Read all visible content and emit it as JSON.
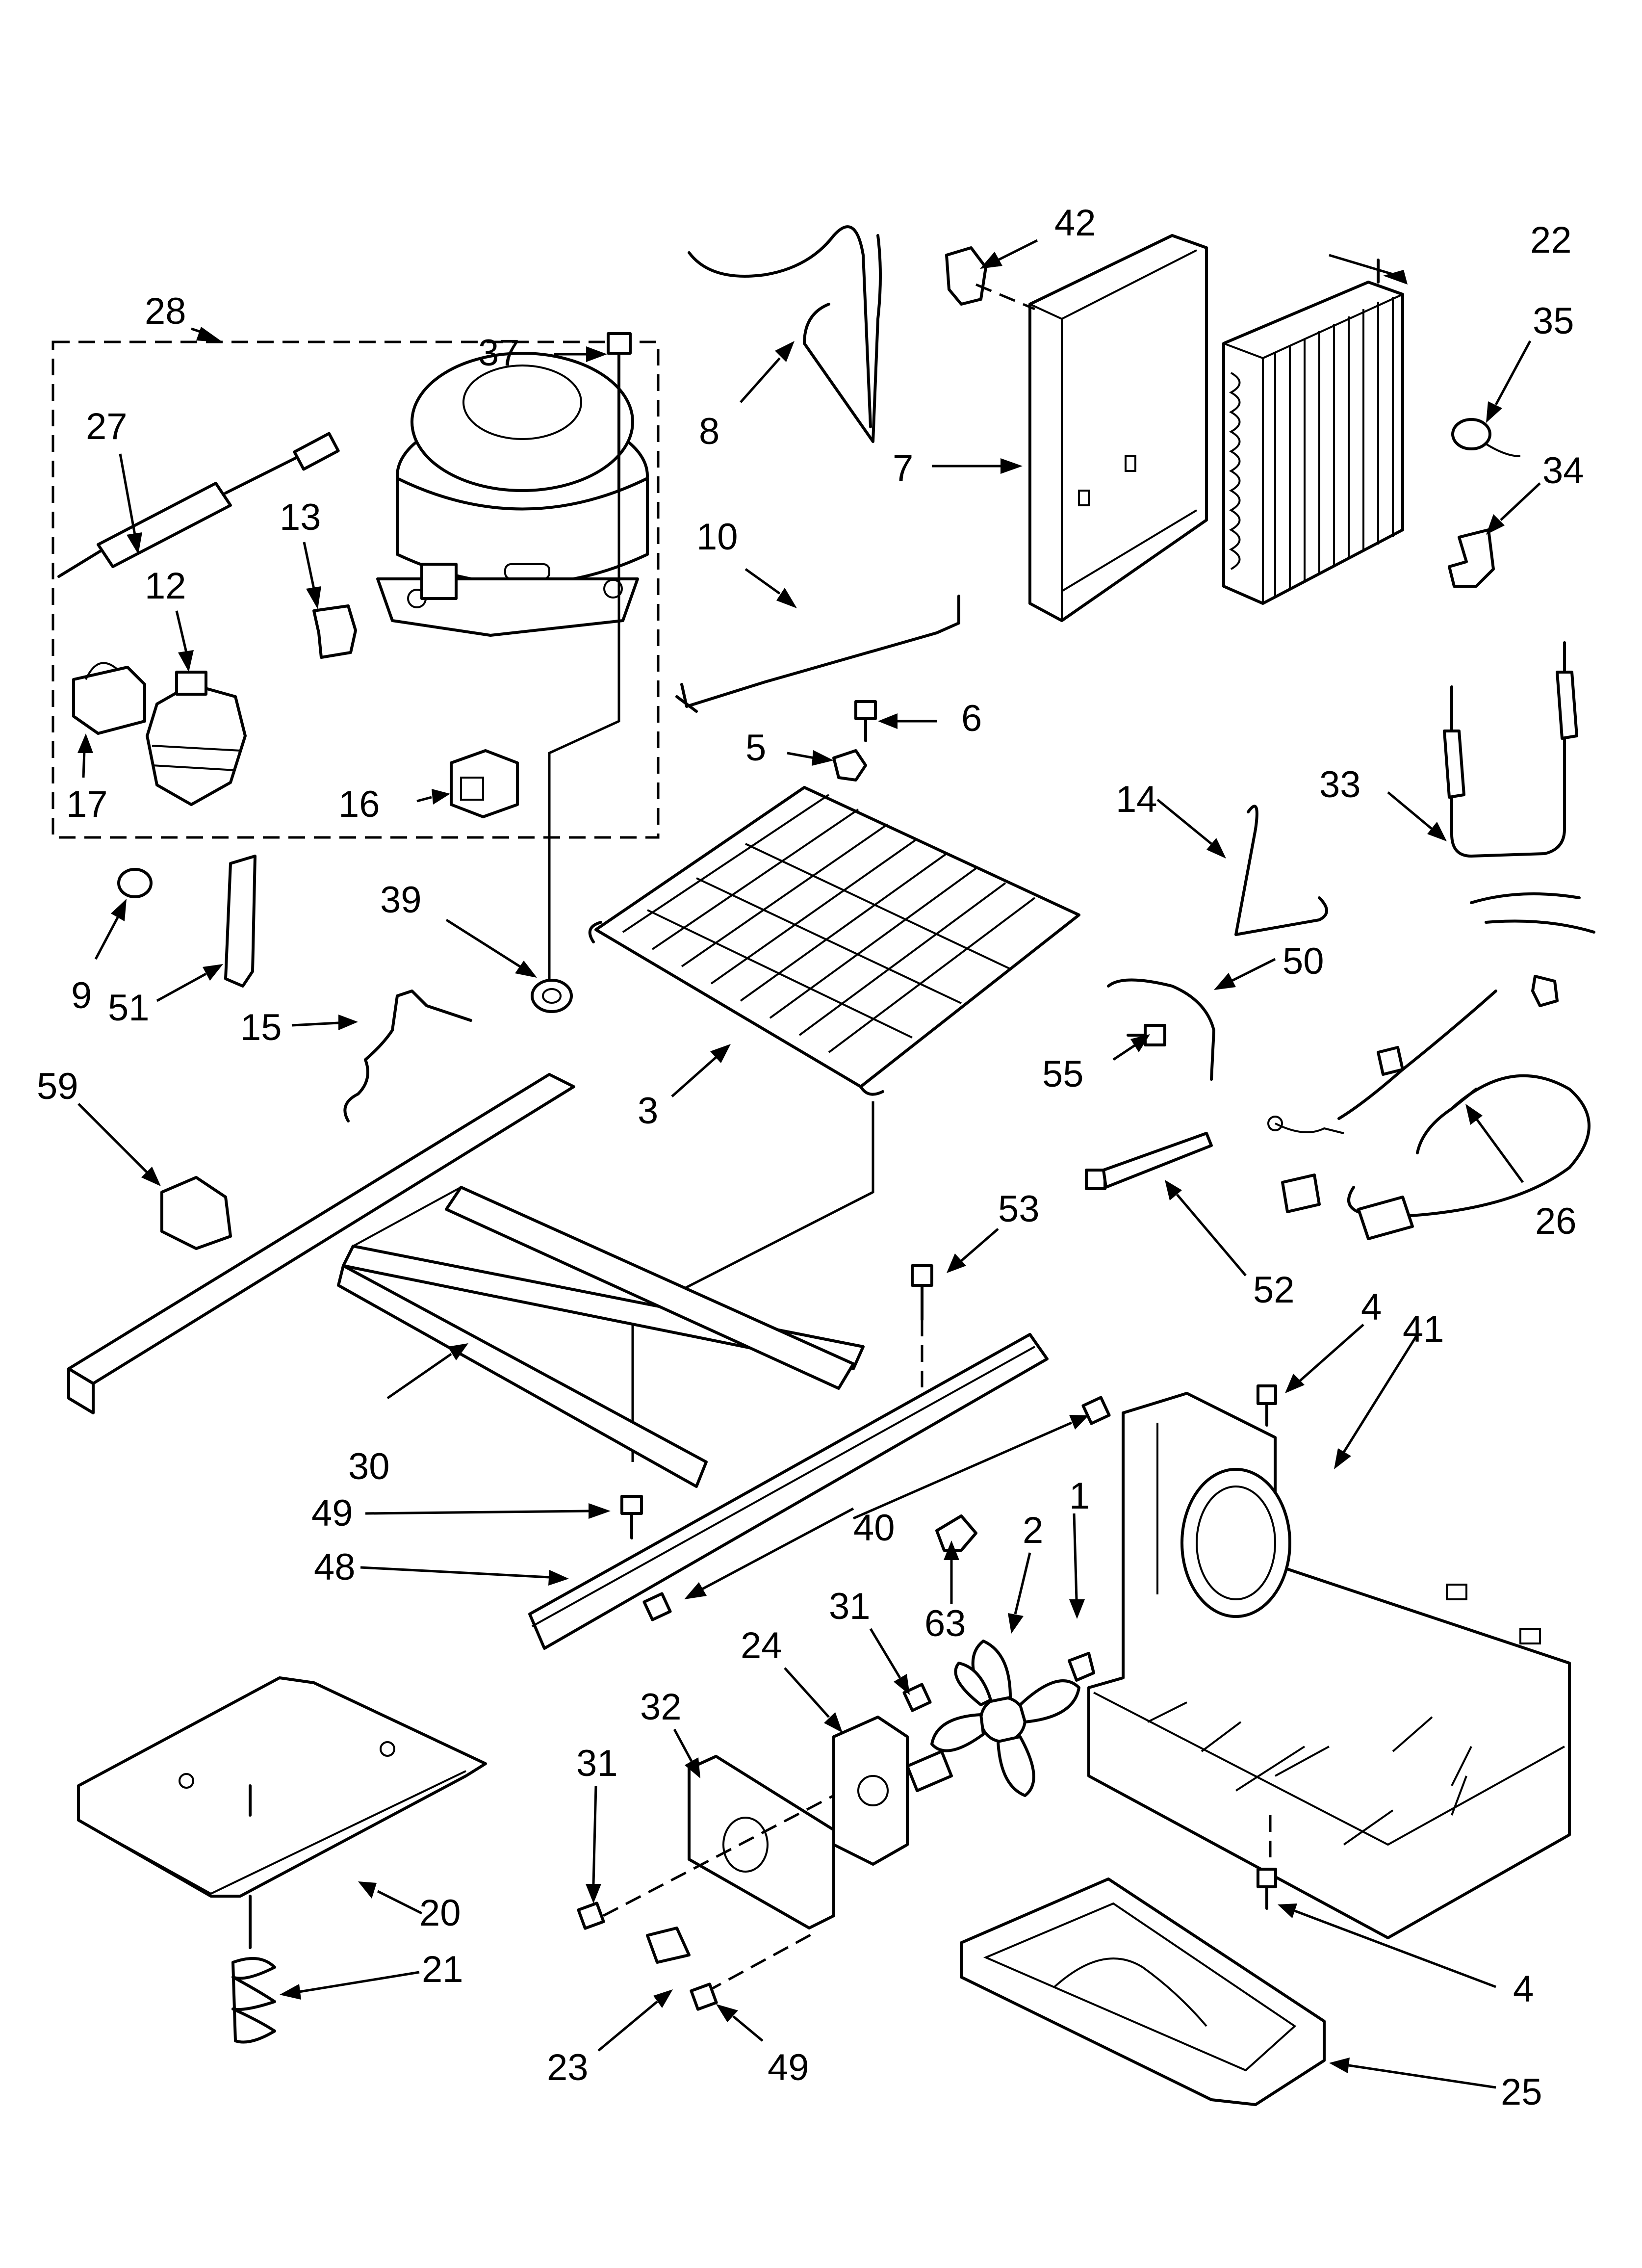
{
  "callouts": [
    {
      "id": "c28",
      "label": "28"
    },
    {
      "id": "c37",
      "label": "37"
    },
    {
      "id": "c27",
      "label": "27"
    },
    {
      "id": "c13",
      "label": "13"
    },
    {
      "id": "c12",
      "label": "12"
    },
    {
      "id": "c17",
      "label": "17"
    },
    {
      "id": "c16",
      "label": "16"
    },
    {
      "id": "c8",
      "label": "8"
    },
    {
      "id": "c10",
      "label": "10"
    },
    {
      "id": "c42",
      "label": "42"
    },
    {
      "id": "c7",
      "label": "7"
    },
    {
      "id": "c22",
      "label": "22"
    },
    {
      "id": "c35",
      "label": "35"
    },
    {
      "id": "c34",
      "label": "34"
    },
    {
      "id": "c6",
      "label": "6"
    },
    {
      "id": "c5",
      "label": "5"
    },
    {
      "id": "c14",
      "label": "14"
    },
    {
      "id": "c33",
      "label": "33"
    },
    {
      "id": "c39",
      "label": "39"
    },
    {
      "id": "c9",
      "label": "9"
    },
    {
      "id": "c51",
      "label": "51"
    },
    {
      "id": "c15",
      "label": "15"
    },
    {
      "id": "c3",
      "label": "3"
    },
    {
      "id": "c50",
      "label": "50"
    },
    {
      "id": "c55",
      "label": "55"
    },
    {
      "id": "c59",
      "label": "59"
    },
    {
      "id": "c26",
      "label": "26"
    },
    {
      "id": "c52",
      "label": "52"
    },
    {
      "id": "c53",
      "label": "53"
    },
    {
      "id": "c4a",
      "label": "4"
    },
    {
      "id": "c41",
      "label": "41"
    },
    {
      "id": "c30",
      "label": "30"
    },
    {
      "id": "c49a",
      "label": "49"
    },
    {
      "id": "c40",
      "label": "40"
    },
    {
      "id": "c48",
      "label": "48"
    },
    {
      "id": "c2",
      "label": "2"
    },
    {
      "id": "c1",
      "label": "1"
    },
    {
      "id": "c63",
      "label": "63"
    },
    {
      "id": "c31a",
      "label": "31"
    },
    {
      "id": "c24",
      "label": "24"
    },
    {
      "id": "c32",
      "label": "32"
    },
    {
      "id": "c31b",
      "label": "31"
    },
    {
      "id": "c20",
      "label": "20"
    },
    {
      "id": "c21",
      "label": "21"
    },
    {
      "id": "c23",
      "label": "23"
    },
    {
      "id": "c49b",
      "label": "49"
    },
    {
      "id": "c4b",
      "label": "4"
    },
    {
      "id": "c25",
      "label": "25"
    }
  ]
}
